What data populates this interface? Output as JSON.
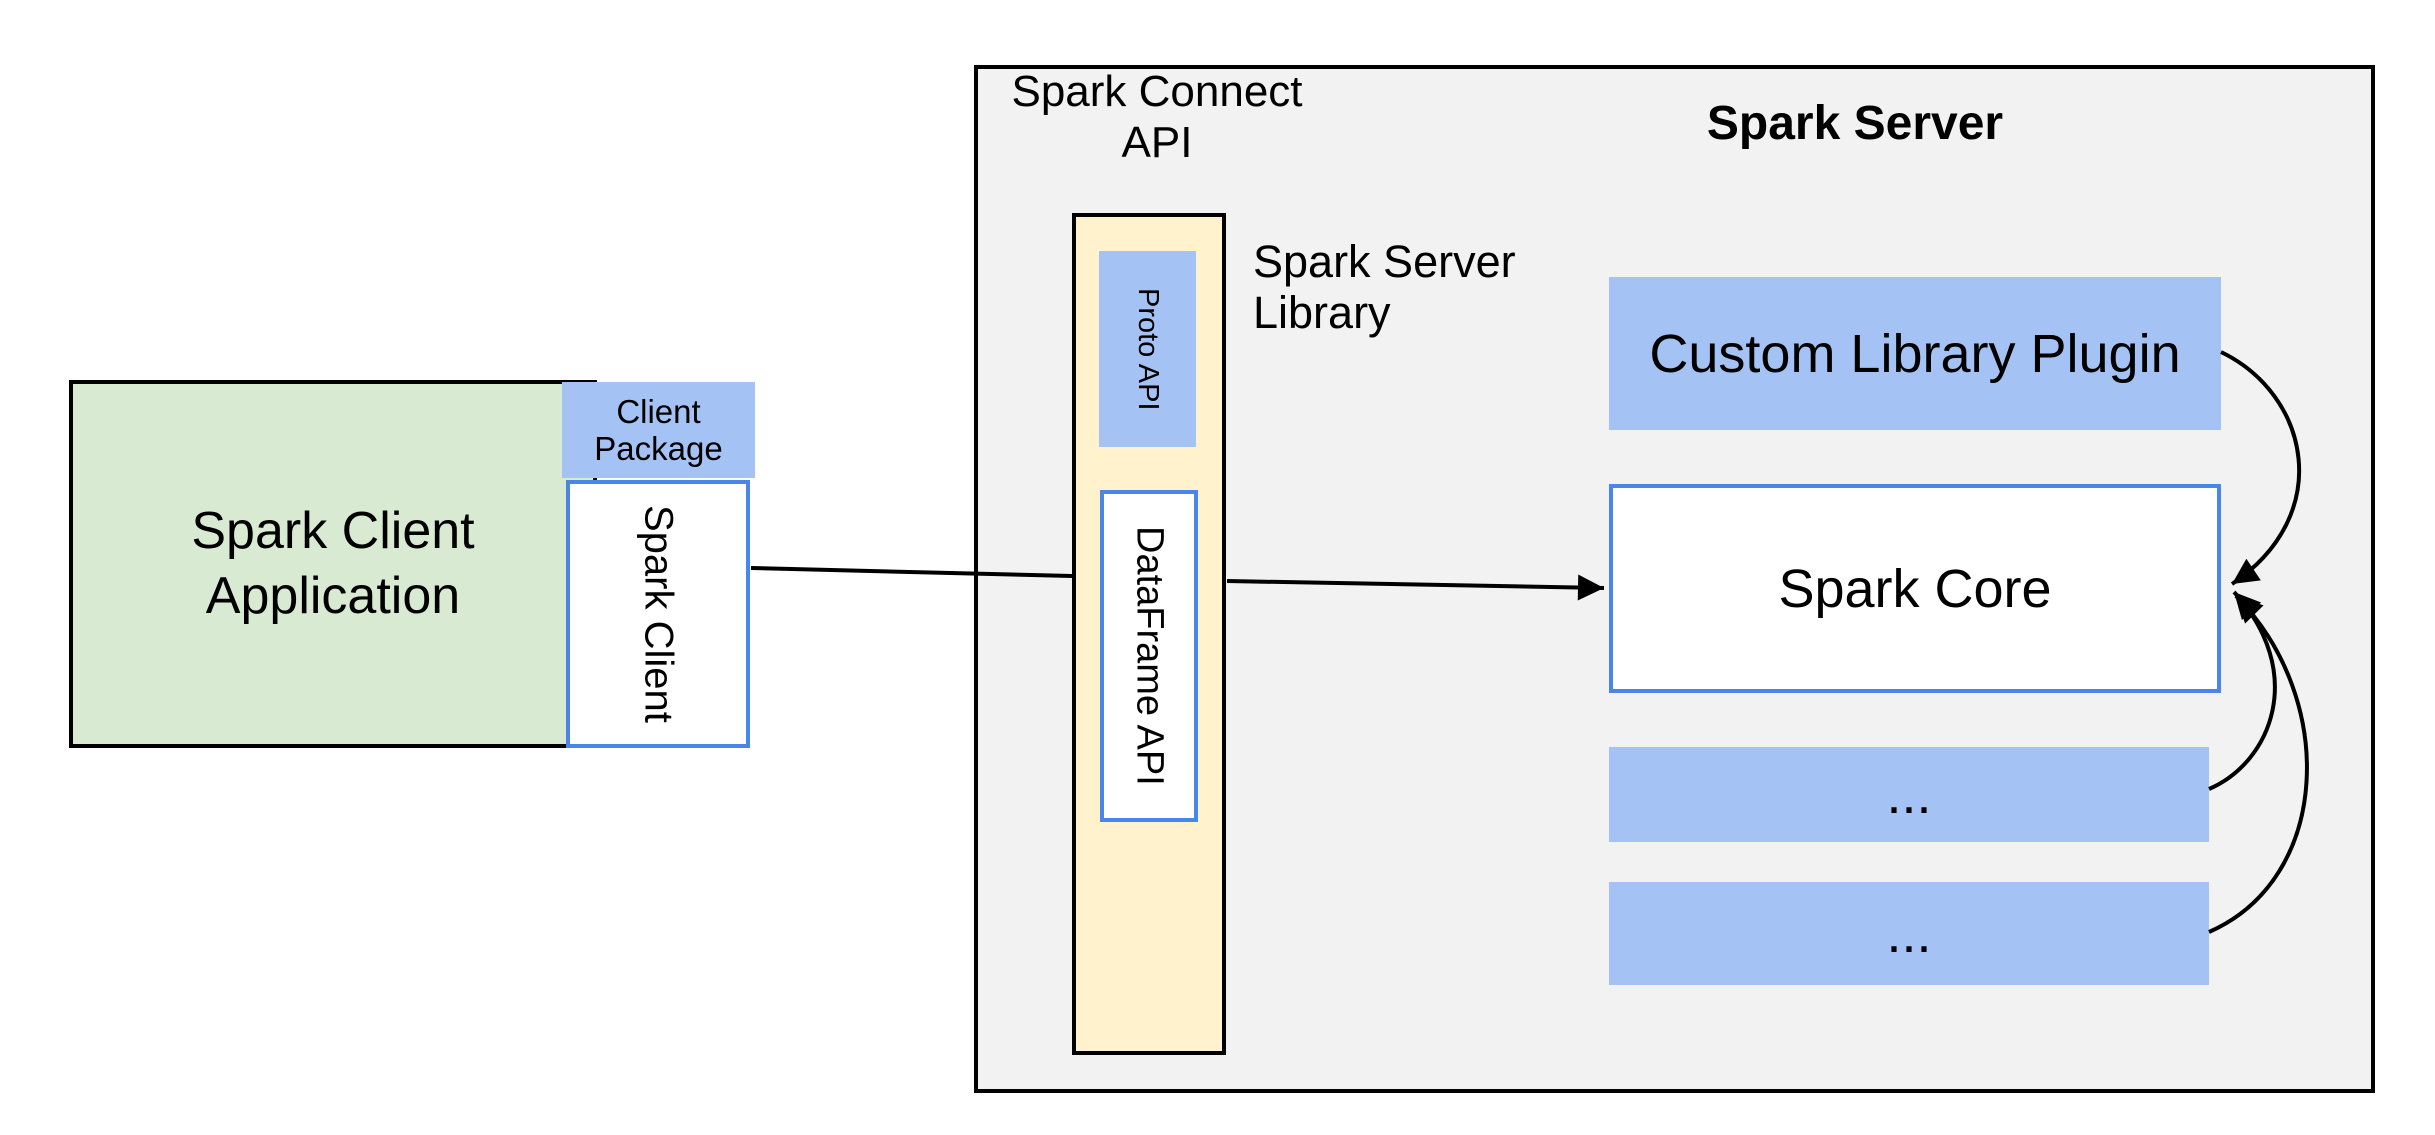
{
  "colors": {
    "green_fill": "#d9ead3",
    "blue_fill": "#a4c2f4",
    "yellow_fill": "#fff2cc",
    "gray_fill": "#f2f2f2",
    "blue_border": "#4a86e8",
    "line": "#000000"
  },
  "client_app": {
    "line1": "Spark Client",
    "line2": "Application"
  },
  "client_package": {
    "line1": "Client",
    "line2": "Package"
  },
  "spark_client": {
    "label": "Spark Client"
  },
  "spark_connect_api": {
    "line1": "Spark Connect",
    "line2": "API"
  },
  "spark_server_library": {
    "line1": "Spark Server",
    "line2": "Library"
  },
  "proto_api": {
    "label": "Proto API"
  },
  "dataframe_api": {
    "label": "DataFrame API"
  },
  "spark_server": {
    "title": "Spark Server",
    "plugin": "Custom Library Plugin",
    "core": "Spark Core",
    "ellipsis_top": "...",
    "ellipsis_bottom": "..."
  }
}
